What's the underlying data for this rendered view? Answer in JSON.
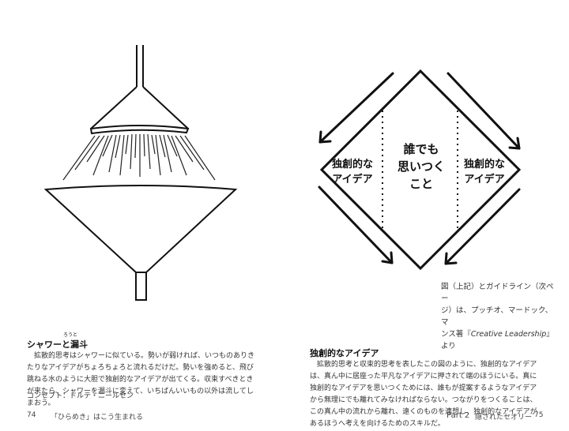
{
  "left_page": {
    "heading": "シャワーと漏斗",
    "heading_ruby": "ろうと",
    "body": "拡散的思考はシャワーに似ている。勢いが弱ければ、いつものありきたりなアイデアがちょろちょろと流れるだけだ。勢いを強めると、飛び跳ねる水のように大胆で独創的なアイデアが出てくる。収束すべきときが来たら、シャワーを漏斗に変えて、いちばんいいもの以外は流してしまおう。",
    "credit": "コンセプト：ドルテ・ニールセン",
    "page_number": "74",
    "running_title": "「ひらめき」はこう生まれる"
  },
  "diagram": {
    "left_label": [
      "独創的な",
      "アイデア"
    ],
    "center_label": [
      "誰でも",
      "思いつく",
      "こと"
    ],
    "right_label": [
      "独創的な",
      "アイデア"
    ]
  },
  "right_page": {
    "caption_line1": "図（上記）とガイドライン（次ペー",
    "caption_line2": "ジ）は、プッチオ、マードック、マ",
    "caption_line3_pre": "ンス著『",
    "caption_book": "Creative Leadership",
    "caption_line3_post": "』より",
    "heading": "独創的なアイデア",
    "body": "拡散的思考と収束的思考を表したこの図のように、独創的なアイデアは、真ん中に居座った平凡なアイデアに押されて端のほうにいる。真に独創的なアイデアを思いつくためには、誰もが提案するようなアイデアから無理にでも離れてみなければならない。つながりをつくることは、この真ん中の流れから離れ、遠くのものを連想し、独創的なアイデアがあるほうへ考えを向けるためのスキルだ。",
    "page_number": "75",
    "running_part": "Part 2",
    "running_title": "隠されたセオリー"
  }
}
